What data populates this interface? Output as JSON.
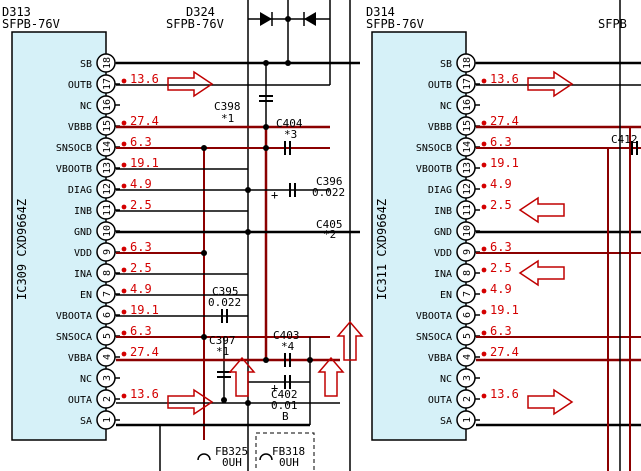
{
  "labels": {
    "d313": "D313",
    "d313_part": "SFPB-76V",
    "d324": "D324",
    "d324_part": "SFPB-76V",
    "d314": "D314",
    "d314_part": "SFPB-76V",
    "d_right_part": "SFPB"
  },
  "ic_left": {
    "name": "IC309 CXD9664Z"
  },
  "ic_right": {
    "name": "IC311 CXD9664Z"
  },
  "pins": [
    {
      "num": "18",
      "name": "SB",
      "voltage": ""
    },
    {
      "num": "17",
      "name": "OUTB",
      "voltage": "13.6"
    },
    {
      "num": "16",
      "name": "NC",
      "voltage": ""
    },
    {
      "num": "15",
      "name": "VBBB",
      "voltage": "27.4"
    },
    {
      "num": "14",
      "name": "SNSOCB",
      "voltage": "6.3"
    },
    {
      "num": "13",
      "name": "VBOOTB",
      "voltage": "19.1"
    },
    {
      "num": "12",
      "name": "DIAG",
      "voltage": "4.9"
    },
    {
      "num": "11",
      "name": "INB",
      "voltage": "2.5"
    },
    {
      "num": "10",
      "name": "GND",
      "voltage": ""
    },
    {
      "num": "9",
      "name": "VDD",
      "voltage": "6.3"
    },
    {
      "num": "8",
      "name": "INA",
      "voltage": "2.5"
    },
    {
      "num": "7",
      "name": "EN",
      "voltage": "4.9"
    },
    {
      "num": "6",
      "name": "VBOOTA",
      "voltage": "19.1"
    },
    {
      "num": "5",
      "name": "SNSOCA",
      "voltage": "6.3"
    },
    {
      "num": "4",
      "name": "VBBA",
      "voltage": "27.4"
    },
    {
      "num": "3",
      "name": "NC",
      "voltage": ""
    },
    {
      "num": "2",
      "name": "OUTA",
      "voltage": "13.6"
    },
    {
      "num": "1",
      "name": "SA",
      "voltage": ""
    }
  ],
  "components": {
    "c398": "C398",
    "c398_note": "*1",
    "c404": "C404",
    "c404_note": "*3",
    "c396": "C396",
    "c396_val": "0.022",
    "c405": "C405",
    "c405_note": "*2",
    "c395": "C395",
    "c395_val": "0.022",
    "c397": "C397",
    "c397_note": "*1",
    "c403": "C403",
    "c403_note": "*4",
    "c402": "C402",
    "c402_val": "0.01",
    "c402_unit": "B",
    "c412": "C412",
    "fb325": "FB325",
    "fb325_val": "0UH",
    "fb318": "FB318",
    "fb318_val": "0UH"
  },
  "colors": {
    "voltage": "#d40000",
    "trace": "#8b0000",
    "wire": "#000000",
    "ic_fill": "#d6f1f8"
  }
}
